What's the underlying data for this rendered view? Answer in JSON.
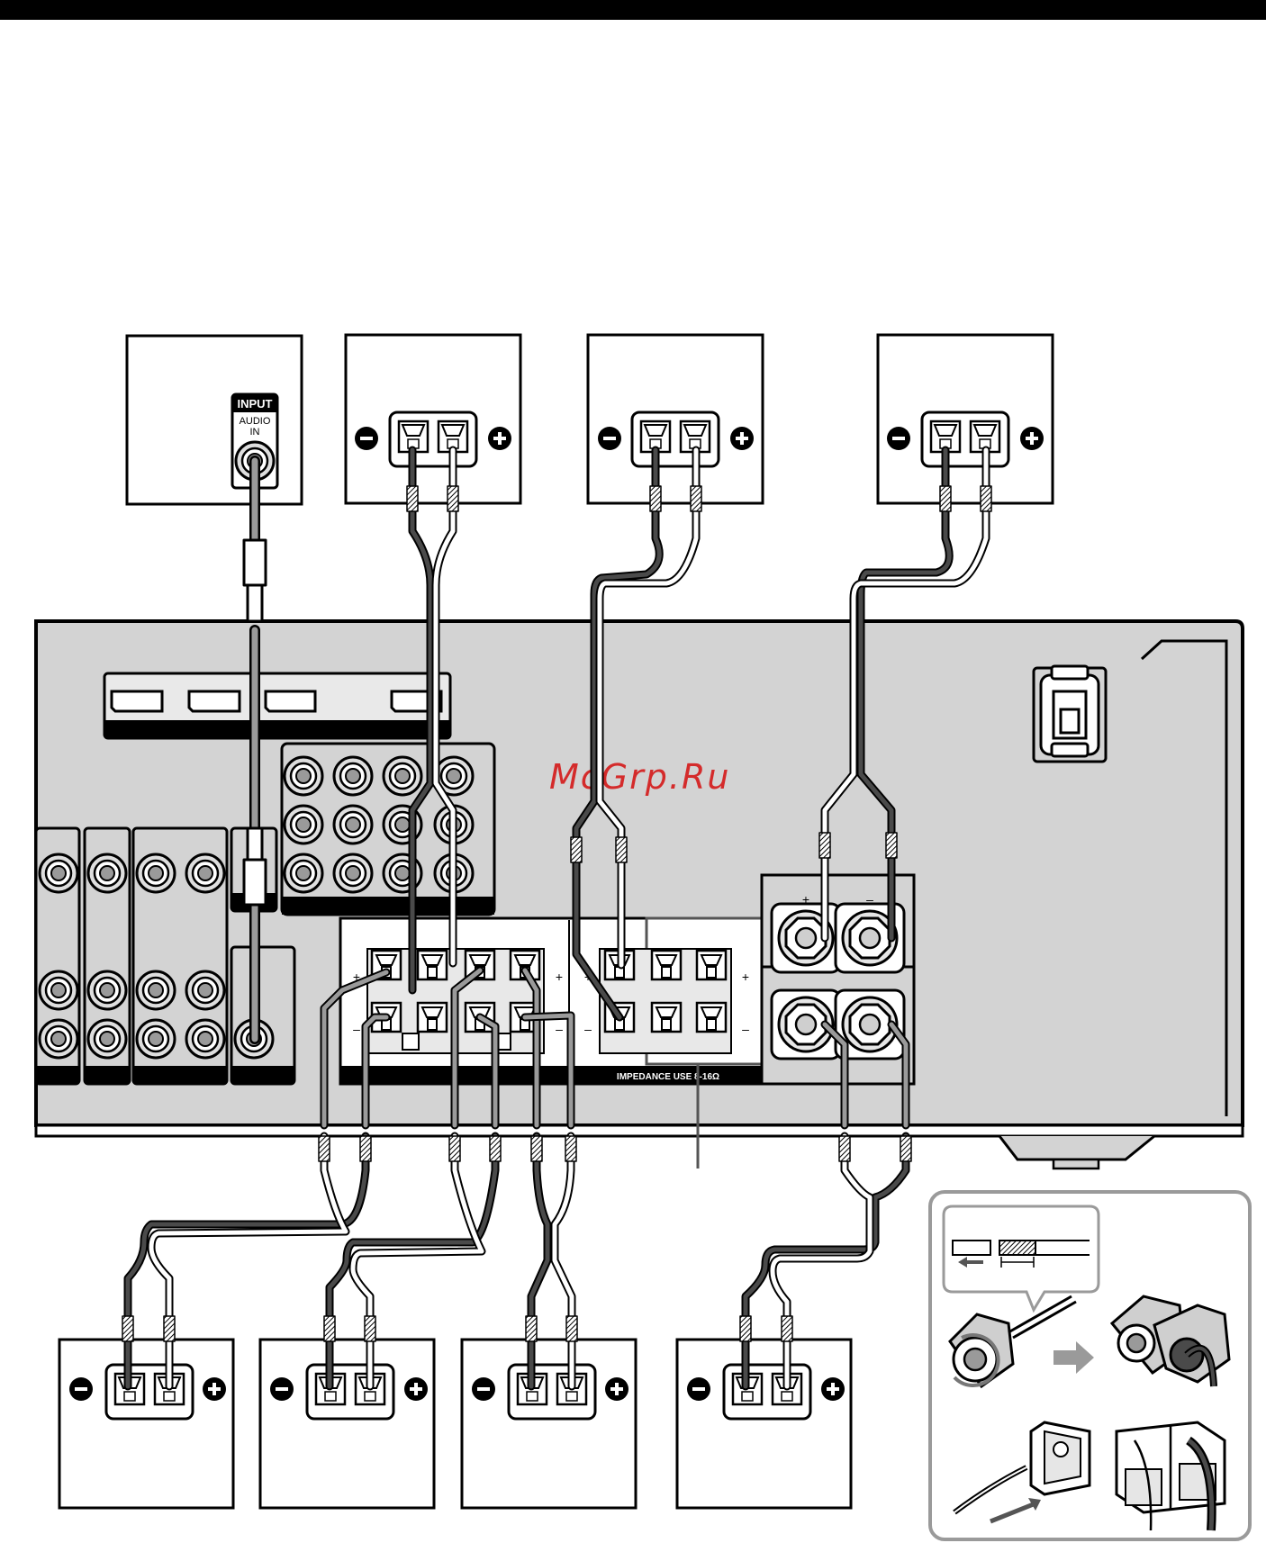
{
  "sub_input_box": {
    "input_header": "INPUT",
    "audio_in_label_line1": "AUDIO",
    "audio_in_label_line2": "IN"
  },
  "receiver": {
    "impedance_label": "IMPEDANCE USE 8-16Ω",
    "big_post_plus": "+",
    "big_post_minus": "–",
    "terminal_plus": "+",
    "terminal_minus": "–"
  },
  "watermark": "McGrp.Ru",
  "colors": {
    "panel": "#d3d3d3",
    "wire_dark": "#4a4a4a",
    "wire_light": "#ffffff",
    "wire_gray": "#9a9a9a",
    "watermark": "#d42b2b"
  }
}
